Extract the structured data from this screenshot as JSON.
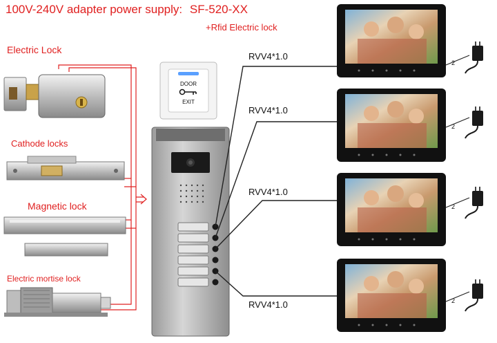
{
  "header": {
    "title": "100V-240V adapter power supply:",
    "model": "SF-520-XX",
    "subtitle": "+Rfid Electric lock"
  },
  "locks": [
    {
      "label": "Electric Lock"
    },
    {
      "label": "Cathode locks"
    },
    {
      "label": "Magnetic lock"
    },
    {
      "label": "Electric mortise lock"
    }
  ],
  "exit_button": {
    "line1": "DOOR",
    "line2": "EXIT"
  },
  "cables": [
    {
      "label": "RVV4*1.0"
    },
    {
      "label": "RVV4*1.0"
    },
    {
      "label": "RVV4*1.0"
    },
    {
      "label": "RVV4*1.0"
    }
  ],
  "adapter_cable_label": "2",
  "colors": {
    "accent": "#e02020",
    "wire": "#222222",
    "monitor": "#111111"
  },
  "icons": [
    "electric-lock-icon",
    "cathode-lock-icon",
    "magnetic-lock-icon",
    "mortise-lock-icon",
    "door-exit-button-icon",
    "door-panel-icon",
    "indoor-monitor-icon",
    "power-adapter-icon"
  ]
}
